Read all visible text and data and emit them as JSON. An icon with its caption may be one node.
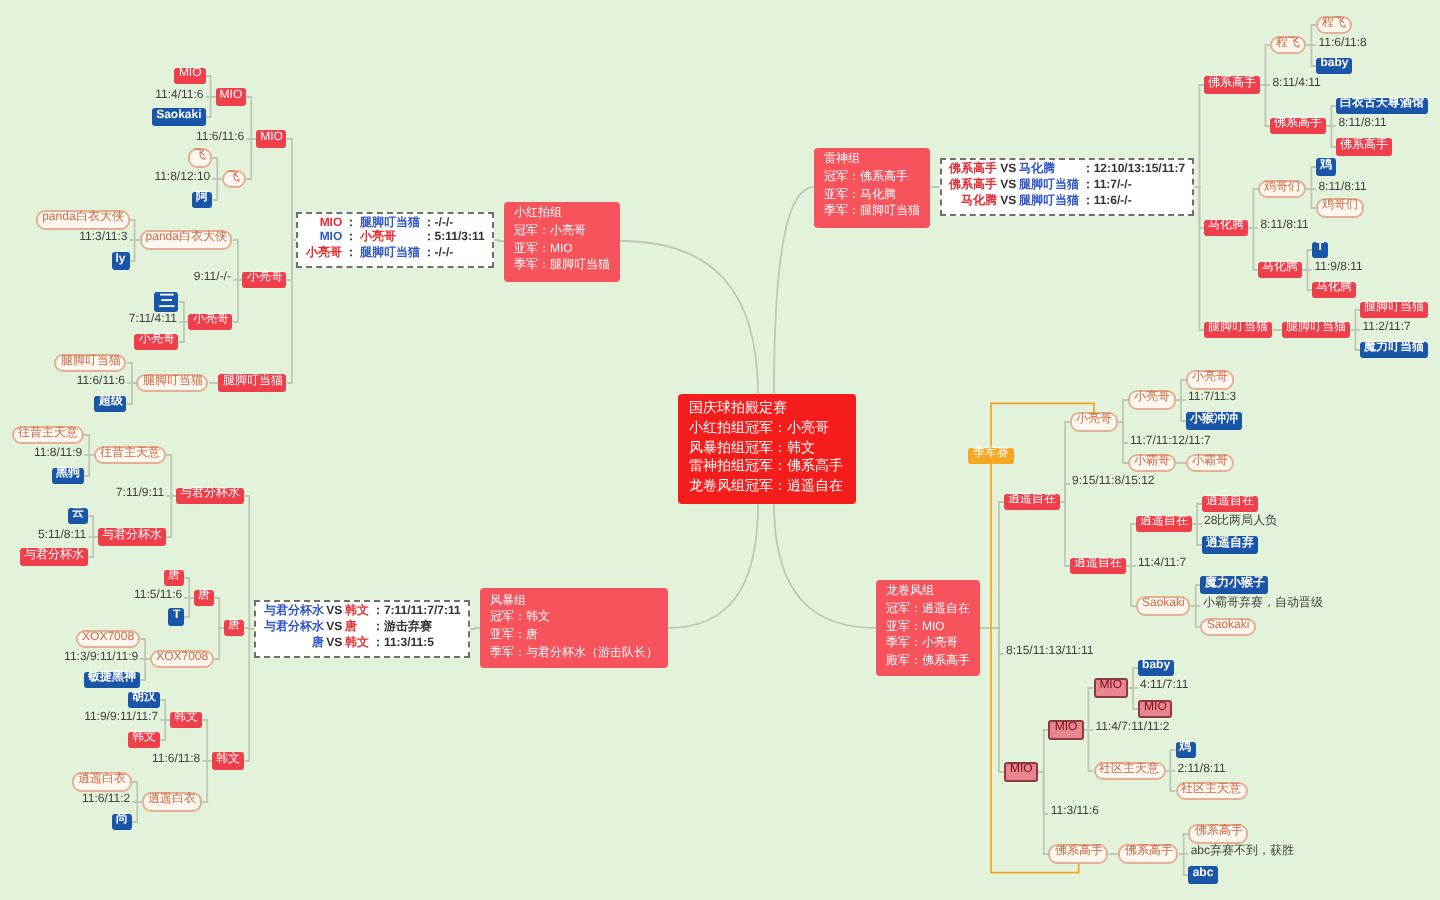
{
  "diagram": {
    "nodes": [
      {
        "text": [
          "国庆球拍殿定赛",
          "小红拍组冠军：小亮哥",
          "风暴拍组冠军：韩文",
          "雷神拍组冠军：佛系高手",
          "龙卷风组冠军：逍遥自在"
        ]
      },
      {
        "text": [
          "小红拍组",
          "冠军：小亮哥",
          "亚军：MIO",
          "季军：腿脚叮当猫"
        ]
      },
      {
        "text": [
          "MIO",
          "：",
          "腿脚叮当猫",
          "：-/-/-",
          "MIO",
          "：",
          "小亮哥",
          "：5:11/3:11",
          "小亮哥",
          "：",
          "腿脚叮当猫",
          "：-/-/-"
        ]
      },
      {
        "text": [
          "风暴组",
          "冠军：韩文",
          "亚军：唐",
          "季军：与君分杯水（游击队长）"
        ]
      },
      {
        "text": [
          "与君分杯水",
          "VS",
          "韩文",
          "：7:11/11:7/7:11",
          "与君分杯水",
          "VS",
          "唐",
          "：游击弃赛",
          "唐",
          "VS",
          "韩文",
          "：11:3/11:5"
        ]
      },
      {
        "text": [
          "雷神组",
          "冠军：佛系高手",
          "亚军：马化腾",
          "季军：腿脚叮当猫"
        ]
      },
      {
        "text": [
          "佛系高手",
          "VS",
          "马化腾",
          "：12:10/13:15/11:7",
          "佛系高手",
          "VS",
          "腿脚叮当猫",
          "：11:7/-/-",
          "马化腾",
          "VS",
          "腿脚叮当猫",
          "：11:6/-/-"
        ]
      },
      {
        "text": [
          "龙卷风组",
          "冠军：逍遥自在",
          "亚军：MIO",
          "季军：小亮哥",
          "殿军：佛系高手"
        ]
      },
      {
        "text": [
          "MIO"
        ]
      },
      {
        "text": [
          "MIO"
        ]
      },
      {
        "text": [
          "MIO"
        ]
      },
      {
        "text": [
          "11:4/11:6"
        ]
      },
      {
        "text": [
          "Saokaki"
        ]
      },
      {
        "text": [
          "11:6/11:6"
        ]
      },
      {
        "text": [
          "飞"
        ]
      },
      {
        "text": [
          "飞"
        ]
      },
      {
        "text": [
          "11:8/12:10"
        ]
      },
      {
        "text": [
          "阿"
        ]
      },
      {
        "text": [
          "小亮哥"
        ]
      },
      {
        "text": [
          "panda白衣大侠"
        ]
      },
      {
        "text": [
          "panda白衣大侠"
        ]
      },
      {
        "text": [
          "11:3/11:3"
        ]
      },
      {
        "text": [
          "ly"
        ]
      },
      {
        "text": [
          "9:11/-/-"
        ]
      },
      {
        "text": [
          "小亮哥"
        ]
      },
      {
        "text": [
          "三"
        ]
      },
      {
        "text": [
          "7:11/4:11"
        ]
      },
      {
        "text": [
          "小亮哥"
        ]
      },
      {
        "text": [
          "腿脚叮当猫"
        ]
      },
      {
        "text": [
          "腿脚叮当猫"
        ]
      },
      {
        "text": [
          "腿脚叮当猫"
        ]
      },
      {
        "text": [
          "11:6/11:6"
        ]
      },
      {
        "text": [
          "超级"
        ]
      },
      {
        "text": [
          "与君分杯水"
        ]
      },
      {
        "text": [
          "往昔主天意"
        ]
      },
      {
        "text": [
          "往昔主天意"
        ]
      },
      {
        "text": [
          "11:8/11:9"
        ]
      },
      {
        "text": [
          "黑驹"
        ]
      },
      {
        "text": [
          "7:11/9:11"
        ]
      },
      {
        "text": [
          "与君分杯水"
        ]
      },
      {
        "text": [
          "云"
        ]
      },
      {
        "text": [
          "5:11/8:11"
        ]
      },
      {
        "text": [
          "与君分杯水"
        ]
      },
      {
        "text": [
          "唐"
        ]
      },
      {
        "text": [
          "唐"
        ]
      },
      {
        "text": [
          "唐"
        ]
      },
      {
        "text": [
          "11:5/11:6"
        ]
      },
      {
        "text": [
          "T"
        ]
      },
      {
        "text": [
          "XOX7008"
        ]
      },
      {
        "text": [
          "XOX7008"
        ]
      },
      {
        "text": [
          "11:3/9:11/11:9"
        ]
      },
      {
        "text": [
          "敏捷黑神"
        ]
      },
      {
        "text": [
          "韩文"
        ]
      },
      {
        "text": [
          "韩文"
        ]
      },
      {
        "text": [
          "胡汉"
        ]
      },
      {
        "text": [
          "11:9/9:11/11:7"
        ]
      },
      {
        "text": [
          "韩文"
        ]
      },
      {
        "text": [
          "11:6/11:8"
        ]
      },
      {
        "text": [
          "逍遥白衣"
        ]
      },
      {
        "text": [
          "逍遥白衣"
        ]
      },
      {
        "text": [
          "11:6/11:2"
        ]
      },
      {
        "text": [
          "尚"
        ]
      },
      {
        "text": [
          "佛系高手"
        ]
      },
      {
        "text": [
          "程飞"
        ]
      },
      {
        "text": [
          "程飞"
        ]
      },
      {
        "text": [
          "11:6/11:8"
        ]
      },
      {
        "text": [
          "baby"
        ]
      },
      {
        "text": [
          "8:11/4:11"
        ]
      },
      {
        "text": [
          "佛系高手"
        ]
      },
      {
        "text": [
          "白衣古天尊酒馆"
        ]
      },
      {
        "text": [
          "8:11/8:11"
        ]
      },
      {
        "text": [
          "佛系高手"
        ]
      },
      {
        "text": [
          "马化腾"
        ]
      },
      {
        "text": [
          "鸡哥们"
        ]
      },
      {
        "text": [
          "鸡"
        ]
      },
      {
        "text": [
          "8:11/8:11"
        ]
      },
      {
        "text": [
          "鸡哥们"
        ]
      },
      {
        "text": [
          "8:11/8:11"
        ]
      },
      {
        "text": [
          "马化腾"
        ]
      },
      {
        "text": [
          "T"
        ]
      },
      {
        "text": [
          "11:9/8:11"
        ]
      },
      {
        "text": [
          "马化腾"
        ]
      },
      {
        "text": [
          "腿脚叮当猫"
        ]
      },
      {
        "text": [
          "腿脚叮当猫"
        ]
      },
      {
        "text": [
          "腿脚叮当猫"
        ]
      },
      {
        "text": [
          "11:2/11:7"
        ]
      },
      {
        "text": [
          "魔力叮当猫"
        ]
      },
      {
        "text": [
          "逍遥自在"
        ]
      },
      {
        "text": [
          "小亮哥"
        ]
      },
      {
        "text": [
          "小亮哥"
        ]
      },
      {
        "text": [
          "小亮哥"
        ]
      },
      {
        "text": [
          "11:7/11:3"
        ]
      },
      {
        "text": [
          "小猴冲冲"
        ]
      },
      {
        "text": [
          "11:7/11:12/11:7"
        ]
      },
      {
        "text": [
          "小霸哥"
        ]
      },
      {
        "text": [
          "小霸哥"
        ]
      },
      {
        "text": [
          "9:15/11:8/15:12"
        ]
      },
      {
        "text": [
          "逍遥自在"
        ]
      },
      {
        "text": [
          "逍遥自在"
        ]
      },
      {
        "text": [
          "逍遥自在"
        ]
      },
      {
        "text": [
          "28比两局人负"
        ]
      },
      {
        "text": [
          "逍遥自弃"
        ]
      },
      {
        "text": [
          "11:4/11:7"
        ]
      },
      {
        "text": [
          "Saokaki"
        ]
      },
      {
        "text": [
          "魔力小猴子"
        ]
      },
      {
        "text": [
          "小霸哥弃赛，自动晋级"
        ]
      },
      {
        "text": [
          "Saokaki"
        ]
      },
      {
        "text": [
          "8:15/11:13/11:11"
        ]
      },
      {
        "text": [
          "MIO"
        ]
      },
      {
        "text": [
          "MIO"
        ]
      },
      {
        "text": [
          "MIO"
        ]
      },
      {
        "text": [
          "baby"
        ]
      },
      {
        "text": [
          "4:11/7:11"
        ]
      },
      {
        "text": [
          "MIO"
        ]
      },
      {
        "text": [
          "11:4/7:11/11:2"
        ]
      },
      {
        "text": [
          "社区主天意"
        ]
      },
      {
        "text": [
          "鸡"
        ]
      },
      {
        "text": [
          "2:11/8:11"
        ]
      },
      {
        "text": [
          "社区主天意"
        ]
      },
      {
        "text": [
          "11:3/11:6"
        ]
      },
      {
        "text": [
          "佛系高手"
        ]
      },
      {
        "text": [
          "佛系高手"
        ]
      },
      {
        "text": [
          "佛系高手"
        ]
      },
      {
        "text": [
          "abc弃赛不到，获胜"
        ]
      },
      {
        "text": [
          "abc"
        ]
      }
    ],
    "edges": [
      {
        "from": 0,
        "to": 1,
        "arrow": "none"
      },
      {
        "from": 0,
        "to": 3,
        "arrow": "none"
      },
      {
        "from": 0,
        "to": 5,
        "arrow": "none"
      },
      {
        "from": 0,
        "to": 7,
        "arrow": "none"
      },
      {
        "from": 1,
        "to": 2,
        "arrow": "none"
      },
      {
        "from": 2,
        "to": 8,
        "arrow": "none"
      },
      {
        "from": 2,
        "to": 18,
        "arrow": "none"
      },
      {
        "from": 2,
        "to": 28,
        "arrow": "none"
      },
      {
        "from": 8,
        "to": 9,
        "arrow": "none"
      },
      {
        "from": 8,
        "to": 13,
        "arrow": "none"
      },
      {
        "from": 8,
        "to": 14,
        "arrow": "none"
      },
      {
        "from": 9,
        "to": 10,
        "arrow": "none"
      },
      {
        "from": 9,
        "to": 11,
        "arrow": "none"
      },
      {
        "from": 9,
        "to": 12,
        "arrow": "none"
      },
      {
        "from": 14,
        "to": 15,
        "arrow": "none"
      },
      {
        "from": 14,
        "to": 16,
        "arrow": "none"
      },
      {
        "from": 14,
        "to": 17,
        "arrow": "none"
      },
      {
        "from": 18,
        "to": 19,
        "arrow": "none"
      },
      {
        "from": 18,
        "to": 23,
        "arrow": "none"
      },
      {
        "from": 18,
        "to": 24,
        "arrow": "none"
      },
      {
        "from": 19,
        "to": 20,
        "arrow": "none"
      },
      {
        "from": 19,
        "to": 21,
        "arrow": "none"
      },
      {
        "from": 19,
        "to": 22,
        "arrow": "none"
      },
      {
        "from": 24,
        "to": 25,
        "arrow": "none"
      },
      {
        "from": 24,
        "to": 26,
        "arrow": "none"
      },
      {
        "from": 24,
        "to": 27,
        "arrow": "none"
      },
      {
        "from": 28,
        "to": 29,
        "arrow": "none"
      },
      {
        "from": 29,
        "to": 30,
        "arrow": "none"
      },
      {
        "from": 29,
        "to": 31,
        "arrow": "none"
      },
      {
        "from": 29,
        "to": 32,
        "arrow": "none"
      },
      {
        "from": 3,
        "to": 4,
        "arrow": "none"
      },
      {
        "from": 4,
        "to": 33,
        "arrow": "none"
      },
      {
        "from": 4,
        "to": 43,
        "arrow": "none"
      },
      {
        "from": 4,
        "to": 52,
        "arrow": "none"
      },
      {
        "from": 33,
        "to": 34,
        "arrow": "none"
      },
      {
        "from": 33,
        "to": 38,
        "arrow": "none"
      },
      {
        "from": 33,
        "to": 39,
        "arrow": "none"
      },
      {
        "from": 34,
        "to": 35,
        "arrow": "none"
      },
      {
        "from": 34,
        "to": 36,
        "arrow": "none"
      },
      {
        "from": 34,
        "to": 37,
        "arrow": "none"
      },
      {
        "from": 39,
        "to": 40,
        "arrow": "none"
      },
      {
        "from": 39,
        "to": 41,
        "arrow": "none"
      },
      {
        "from": 39,
        "to": 42,
        "arrow": "none"
      },
      {
        "from": 43,
        "to": 44,
        "arrow": "none"
      },
      {
        "from": 43,
        "to": 48,
        "arrow": "none"
      },
      {
        "from": 44,
        "to": 45,
        "arrow": "none"
      },
      {
        "from": 44,
        "to": 46,
        "arrow": "none"
      },
      {
        "from": 44,
        "to": 47,
        "arrow": "none"
      },
      {
        "from": 48,
        "to": 49,
        "arrow": "none"
      },
      {
        "from": 48,
        "to": 50,
        "arrow": "none"
      },
      {
        "from": 48,
        "to": 51,
        "arrow": "none"
      },
      {
        "from": 52,
        "to": 53,
        "arrow": "none"
      },
      {
        "from": 52,
        "to": 57,
        "arrow": "none"
      },
      {
        "from": 52,
        "to": 58,
        "arrow": "none"
      },
      {
        "from": 53,
        "to": 54,
        "arrow": "none"
      },
      {
        "from": 53,
        "to": 55,
        "arrow": "none"
      },
      {
        "from": 53,
        "to": 56,
        "arrow": "none"
      },
      {
        "from": 58,
        "to": 59,
        "arrow": "none"
      },
      {
        "from": 58,
        "to": 60,
        "arrow": "none"
      },
      {
        "from": 58,
        "to": 61,
        "arrow": "none"
      },
      {
        "from": 5,
        "to": 6,
        "arrow": "none"
      },
      {
        "from": 6,
        "to": 62,
        "arrow": "none"
      },
      {
        "from": 6,
        "to": 72,
        "arrow": "none"
      },
      {
        "from": 6,
        "to": 82,
        "arrow": "none"
      },
      {
        "from": 62,
        "to": 63,
        "arrow": "none"
      },
      {
        "from": 62,
        "to": 67,
        "arrow": "none"
      },
      {
        "from": 62,
        "to": 68,
        "arrow": "none"
      },
      {
        "from": 63,
        "to": 64,
        "arrow": "none"
      },
      {
        "from": 63,
        "to": 65,
        "arrow": "none"
      },
      {
        "from": 63,
        "to": 66,
        "arrow": "none"
      },
      {
        "from": 68,
        "to": 69,
        "arrow": "none"
      },
      {
        "from": 68,
        "to": 70,
        "arrow": "none"
      },
      {
        "from": 68,
        "to": 71,
        "arrow": "none"
      },
      {
        "from": 72,
        "to": 73,
        "arrow": "none"
      },
      {
        "from": 72,
        "to": 77,
        "arrow": "none"
      },
      {
        "from": 72,
        "to": 78,
        "arrow": "none"
      },
      {
        "from": 73,
        "to": 74,
        "arrow": "none"
      },
      {
        "from": 73,
        "to": 75,
        "arrow": "none"
      },
      {
        "from": 73,
        "to": 76,
        "arrow": "none"
      },
      {
        "from": 78,
        "to": 79,
        "arrow": "none"
      },
      {
        "from": 78,
        "to": 80,
        "arrow": "none"
      },
      {
        "from": 78,
        "to": 81,
        "arrow": "none"
      },
      {
        "from": 82,
        "to": 83,
        "arrow": "none"
      },
      {
        "from": 83,
        "to": 84,
        "arrow": "none"
      },
      {
        "from": 83,
        "to": 85,
        "arrow": "none"
      },
      {
        "from": 83,
        "to": 86,
        "arrow": "none"
      },
      {
        "from": 7,
        "to": 87,
        "arrow": "none"
      },
      {
        "from": 7,
        "to": 107,
        "arrow": "none"
      },
      {
        "from": 7,
        "to": 108,
        "arrow": "none"
      },
      {
        "from": 87,
        "to": 88,
        "arrow": "none"
      },
      {
        "from": 87,
        "to": 96,
        "arrow": "none"
      },
      {
        "from": 87,
        "to": 97,
        "arrow": "none"
      },
      {
        "from": 88,
        "to": 89,
        "arrow": "none"
      },
      {
        "from": 88,
        "to": 93,
        "arrow": "none"
      },
      {
        "from": 88,
        "to": 94,
        "arrow": "none"
      },
      {
        "from": 89,
        "to": 90,
        "arrow": "none"
      },
      {
        "from": 89,
        "to": 91,
        "arrow": "none"
      },
      {
        "from": 89,
        "to": 92,
        "arrow": "none"
      },
      {
        "from": 94,
        "to": 95,
        "arrow": "none"
      },
      {
        "from": 97,
        "to": 98,
        "arrow": "none"
      },
      {
        "from": 97,
        "to": 102,
        "arrow": "none"
      },
      {
        "from": 97,
        "to": 103,
        "arrow": "none"
      },
      {
        "from": 98,
        "to": 99,
        "arrow": "none"
      },
      {
        "from": 98,
        "to": 100,
        "arrow": "none"
      },
      {
        "from": 98,
        "to": 101,
        "arrow": "none"
      },
      {
        "from": 103,
        "to": 104,
        "arrow": "none"
      },
      {
        "from": 103,
        "to": 105,
        "arrow": "none"
      },
      {
        "from": 103,
        "to": 106,
        "arrow": "none"
      },
      {
        "from": 108,
        "to": 109,
        "arrow": "none"
      },
      {
        "from": 108,
        "to": 119,
        "arrow": "none"
      },
      {
        "from": 108,
        "to": 120,
        "arrow": "none"
      },
      {
        "from": 109,
        "to": 110,
        "arrow": "none"
      },
      {
        "from": 109,
        "to": 114,
        "arrow": "none"
      },
      {
        "from": 109,
        "to": 115,
        "arrow": "none"
      },
      {
        "from": 110,
        "to": 111,
        "arrow": "none"
      },
      {
        "from": 110,
        "to": 112,
        "arrow": "none"
      },
      {
        "from": 110,
        "to": 113,
        "arrow": "none"
      },
      {
        "from": 115,
        "to": 116,
        "arrow": "none"
      },
      {
        "from": 115,
        "to": 117,
        "arrow": "none"
      },
      {
        "from": 115,
        "to": 118,
        "arrow": "none"
      },
      {
        "from": 120,
        "to": 121,
        "arrow": "none"
      },
      {
        "from": 121,
        "to": 122,
        "arrow": "none"
      },
      {
        "from": 121,
        "to": 123,
        "arrow": "none"
      },
      {
        "from": 121,
        "to": 124,
        "arrow": "none"
      },
      {
        "from": 88,
        "to": 120,
        "arrow": "none",
        "label": "季军赛",
        "color": "#f5a623"
      }
    ]
  }
}
